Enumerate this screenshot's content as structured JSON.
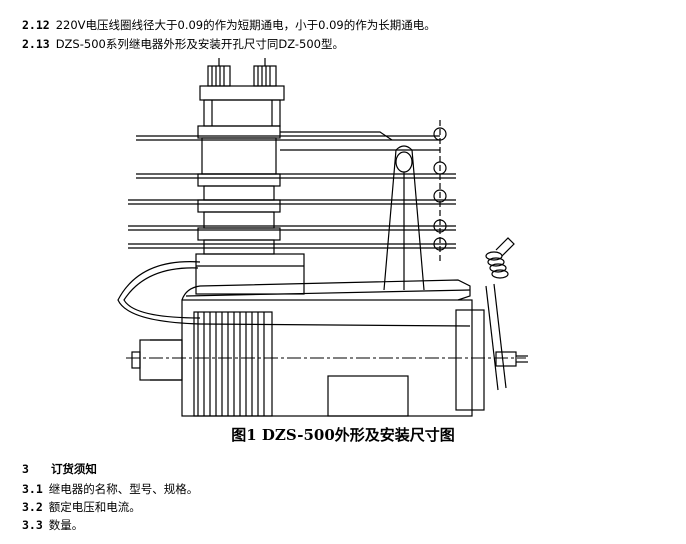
{
  "spec": {
    "item_2_12": {
      "num": "2.12",
      "text": "220V电压线圈线径大于0.09的作为短期通电，小于0.09的作为长期通电。"
    },
    "item_2_13": {
      "num": "2.13",
      "text": "DZS-500系列继电器外形及安装开孔尺寸同DZ-500型。"
    }
  },
  "figure": {
    "caption": "图1 DZS-500外形及安装尺寸图"
  },
  "ordering": {
    "section_num": "3",
    "section_title": "订货须知",
    "items": [
      {
        "num": "3.1",
        "text": "继电器的名称、型号、规格。"
      },
      {
        "num": "3.2",
        "text": "额定电压和电流。"
      },
      {
        "num": "3.3",
        "text": "数量。"
      }
    ]
  }
}
